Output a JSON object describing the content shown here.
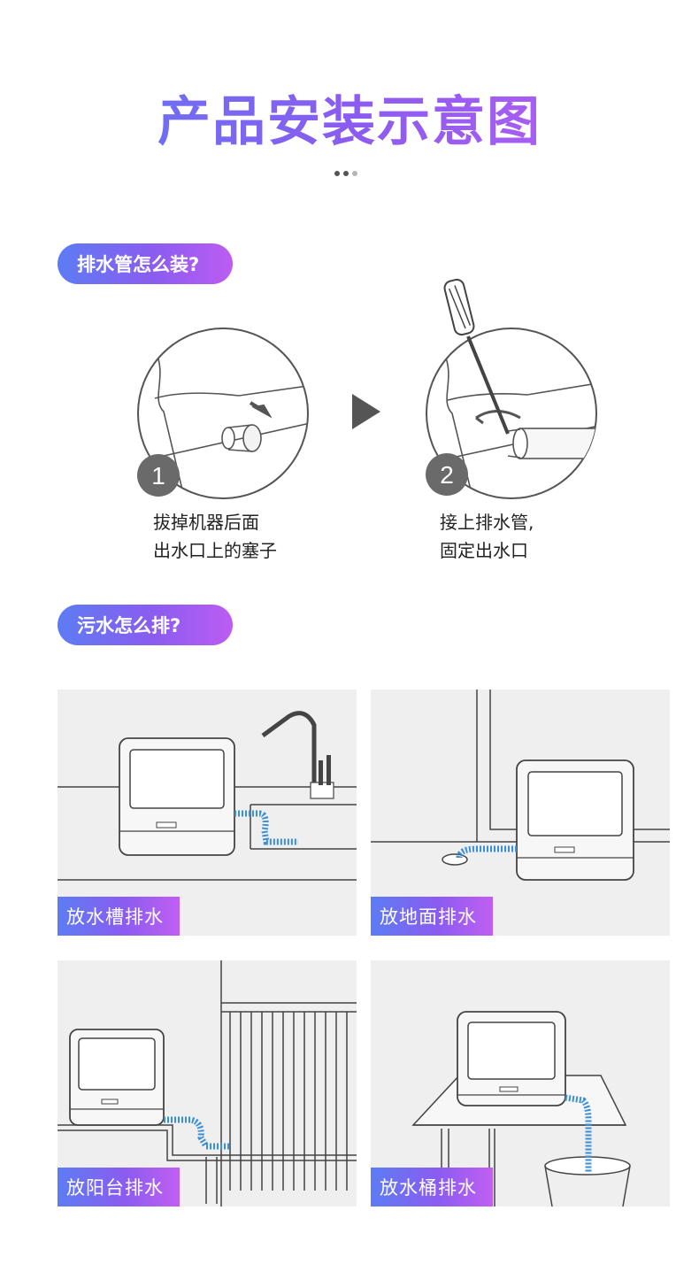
{
  "page": {
    "title": "产品安装示意图"
  },
  "section_drain_pipe": {
    "heading": "排水管怎么装?",
    "steps": [
      {
        "number": "1",
        "caption": "拔掉机器后面\n出水口上的塞子"
      },
      {
        "number": "2",
        "caption": "接上排水管,\n固定出水口"
      }
    ]
  },
  "section_waste_water": {
    "heading": "污水怎么排?",
    "cards": [
      {
        "label": "放水槽排水"
      },
      {
        "label": "放地面排水"
      },
      {
        "label": "放阳台排水"
      },
      {
        "label": "放水桶排水"
      }
    ]
  },
  "colors": {
    "gradient_start": "#5d7cf4",
    "gradient_end": "#c15ef2",
    "hose_blue": "#3b8fd6",
    "step_badge": "#6a6a6a"
  }
}
